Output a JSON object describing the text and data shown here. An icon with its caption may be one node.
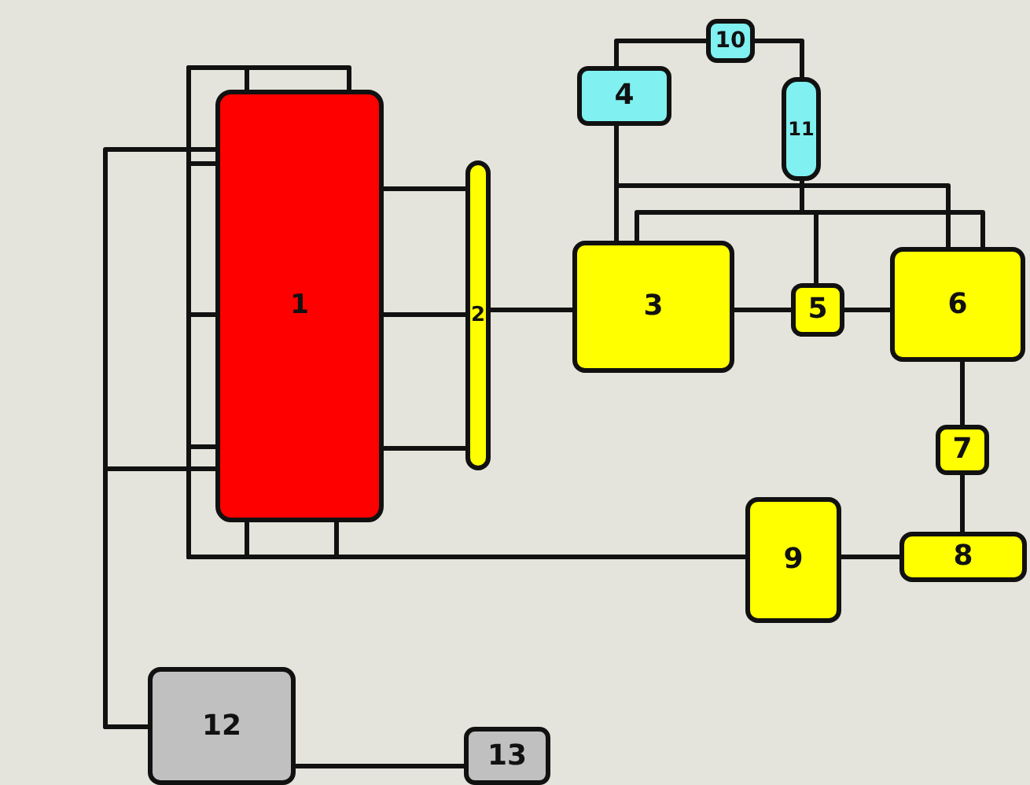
{
  "diagram": {
    "nodes": [
      {
        "text": [
          "1"
        ]
      },
      {
        "text": [
          "2"
        ]
      },
      {
        "text": [
          "3"
        ]
      },
      {
        "text": [
          "4"
        ]
      },
      {
        "text": [
          "5"
        ]
      },
      {
        "text": [
          "6"
        ]
      },
      {
        "text": [
          "7"
        ]
      },
      {
        "text": [
          "8"
        ]
      },
      {
        "text": [
          "9"
        ]
      },
      {
        "text": [
          "10"
        ]
      },
      {
        "text": [
          "11"
        ]
      },
      {
        "text": [
          "12"
        ]
      },
      {
        "text": [
          "13"
        ]
      }
    ],
    "edges": [
      {
        "from": 0,
        "to": 1,
        "arrow": "none"
      },
      {
        "from": 0,
        "to": 1,
        "arrow": "none"
      },
      {
        "from": 0,
        "to": 1,
        "arrow": "none"
      },
      {
        "from": 1,
        "to": 2,
        "arrow": "none"
      },
      {
        "from": 2,
        "to": 4,
        "arrow": "none"
      },
      {
        "from": 4,
        "to": 5,
        "arrow": "none"
      },
      {
        "from": 3,
        "to": 9,
        "arrow": "none"
      },
      {
        "from": 9,
        "to": 10,
        "arrow": "none"
      },
      {
        "from": 3,
        "to": 2,
        "arrow": "none"
      },
      {
        "from": 3,
        "to": 5,
        "arrow": "none"
      },
      {
        "from": 10,
        "to": 2,
        "arrow": "none"
      },
      {
        "from": 10,
        "to": 4,
        "arrow": "none"
      },
      {
        "from": 10,
        "to": 5,
        "arrow": "none"
      },
      {
        "from": 5,
        "to": 6,
        "arrow": "none"
      },
      {
        "from": 6,
        "to": 7,
        "arrow": "none"
      },
      {
        "from": 7,
        "to": 8,
        "arrow": "none"
      },
      {
        "from": 8,
        "to": 0,
        "arrow": "none"
      },
      {
        "from": 8,
        "to": 0,
        "arrow": "none"
      },
      {
        "from": 8,
        "to": 0,
        "arrow": "none"
      },
      {
        "from": 8,
        "to": 0,
        "arrow": "none"
      },
      {
        "from": 8,
        "to": 0,
        "arrow": "none"
      },
      {
        "from": 8,
        "to": 0,
        "arrow": "none"
      },
      {
        "from": 8,
        "to": 0,
        "arrow": "none"
      },
      {
        "from": 11,
        "to": 0,
        "arrow": "none"
      },
      {
        "from": 11,
        "to": 0,
        "arrow": "none"
      },
      {
        "from": 11,
        "to": 12,
        "arrow": "none"
      }
    ]
  }
}
